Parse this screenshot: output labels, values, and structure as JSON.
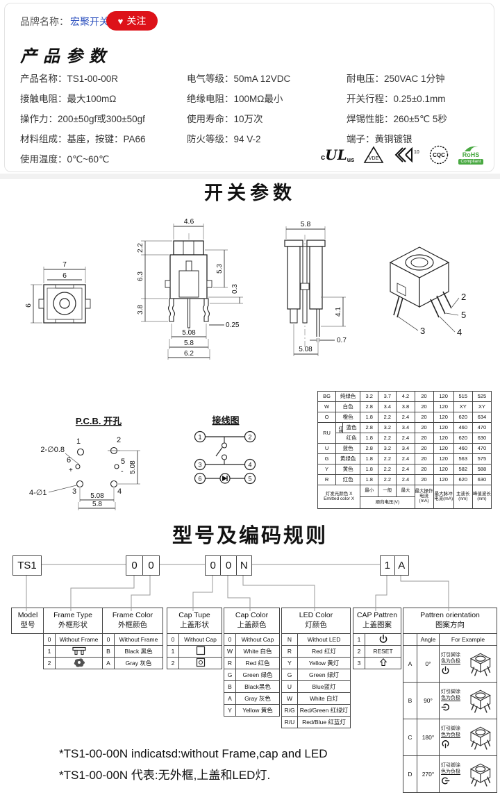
{
  "page": {
    "brand_label": "品牌名称：",
    "brand_name": "宏聚开关",
    "heart_icon": "♥",
    "follow_label": "关注",
    "section1_title": "产品参数",
    "section2_title": "开关参数",
    "section3_title": "型号及编码规则",
    "footnote_en": "*TS1-00-00N indicatsd:without Frame,cap and LED",
    "footnote_zh": "*TS1-00-00N 代表:无外框,上盖和LED灯."
  },
  "specs": [
    {
      "label": "产品名称：",
      "value": "TS1-00-00R"
    },
    {
      "label": "电气等级：",
      "value": "50mA  12VDC"
    },
    {
      "label": "耐电压：",
      "value": "250VAC  1分钟"
    },
    {
      "label": "接触电阻：",
      "value": "最大100mΩ"
    },
    {
      "label": "绝缘电阻：",
      "value": "100MΩ最小"
    },
    {
      "label": "开关行程：",
      "value": "0.25±0.1mm"
    },
    {
      "label": "操作力：",
      "value": "200±50gf或300±50gf"
    },
    {
      "label": "使用寿命：",
      "value": "10万次"
    },
    {
      "label": "焊锡性能：",
      "value": "260±5℃  5秒"
    },
    {
      "label": "材料组成：",
      "value": "基座，按键：PA66"
    },
    {
      "label": "防火等级：",
      "value": "94 V-2"
    },
    {
      "label": "端子：",
      "value": "黄铜镀银"
    },
    {
      "label": "使用温度：",
      "value": "0℃~60℃"
    }
  ],
  "certs": {
    "ul_c": "c",
    "ul": "UL",
    "ul_us": "us",
    "vde": "VDE",
    "enec_num": "10",
    "cqc": "CQC",
    "rohs": "RoHS",
    "rohs_sub": "Compliant"
  },
  "drawings": {
    "top": {
      "dim_w": "7",
      "dim_inner": "6",
      "dim_h": "6"
    },
    "front": {
      "dim_top": "4.6",
      "dim_l1": "2.2",
      "dim_l2": "6.3",
      "dim_l3": "3.8",
      "dim_r1": "5.3",
      "dim_r2": "0.3",
      "dim_pin": "0.25",
      "dim_b1": "5.08",
      "dim_b2": "5.8",
      "dim_b3": "6.2"
    },
    "side": {
      "dim_top": "5.8",
      "dim_r": "4.1",
      "dim_pin": "0.7",
      "dim_b": "5.08"
    },
    "iso": {
      "pin2": "2",
      "pin5": "5",
      "pin4": "4",
      "pin3": "3"
    }
  },
  "pcb": {
    "title": "P.C.B. 开孔",
    "ann_small": "2-∅0.8",
    "ann_big": "4-∅1",
    "plus": "+",
    "minus": "-",
    "h1": "1",
    "h2": "2",
    "h3": "3",
    "h4": "4",
    "h5": "5",
    "h6": "6",
    "dim_h1": "5.08",
    "dim_h2": "5.8",
    "dim_v": "5.08"
  },
  "wiring": {
    "title": "接线图",
    "p1": "1",
    "p2": "2",
    "p3": "3",
    "p4": "4",
    "p5": "5",
    "p6": "6"
  },
  "led_table": {
    "ru_vertical": "红蓝双色",
    "rows": [
      [
        "BG",
        "纯绿色",
        "3.2",
        "3.7",
        "4.2",
        "20",
        "120",
        "515",
        "525"
      ],
      [
        "W",
        "白色",
        "2.8",
        "3.4",
        "3.8",
        "20",
        "120",
        "XY",
        "XY"
      ],
      [
        "O",
        "橙色",
        "1.8",
        "2.2",
        "2.4",
        "20",
        "120",
        "620",
        "634"
      ],
      [
        "RU",
        "蓝色",
        "2.8",
        "3.2",
        "3.4",
        "20",
        "120",
        "460",
        "470"
      ],
      [
        "",
        "红色",
        "1.8",
        "2.2",
        "2.4",
        "20",
        "120",
        "620",
        "630"
      ],
      [
        "U",
        "蓝色",
        "2.8",
        "3.2",
        "3.4",
        "20",
        "120",
        "460",
        "470"
      ],
      [
        "G",
        "黄绿色",
        "1.8",
        "2.2",
        "2.4",
        "20",
        "120",
        "563",
        "575"
      ],
      [
        "Y",
        "黄色",
        "1.8",
        "2.2",
        "2.4",
        "20",
        "120",
        "582",
        "588"
      ],
      [
        "R",
        "红色",
        "1.8",
        "2.2",
        "2.4",
        "20",
        "120",
        "620",
        "630"
      ]
    ],
    "footer": {
      "emitted_zh": "灯发光颜色 X",
      "emitted_en": "Emitted color X",
      "min": "最小",
      "typ": "一般",
      "max": "最大",
      "vf": "顺向电压(V)",
      "i_op": "最大操作电流(mA)",
      "i_pulse": "最大脉冲电流(mA)",
      "wl_dom": "主波长(nm)",
      "wl_peak": "峰值波长(nm)"
    }
  },
  "coding": {
    "box1": "TS1",
    "box2a": "0",
    "box2b": "0",
    "box3a": "0",
    "box3b": "0",
    "box3c": "N",
    "box4a": "1",
    "box4b": "A"
  },
  "tables": {
    "model": {
      "en": "Model",
      "zh": "型号"
    },
    "frame_type": {
      "en": "Frame Type",
      "zh": "外框形状",
      "r1c": "0",
      "r1v": "Without Frame",
      "r2c": "1",
      "r3c": "2"
    },
    "frame_color": {
      "en": "Frame Color",
      "zh": "外框颜色",
      "r1c": "0",
      "r1v": "Without Frame",
      "r2c": "B",
      "r2v": "Black 黑色",
      "r3c": "A",
      "r3v": "Gray 灰色"
    },
    "cap_type": {
      "en": "Cap Tupe",
      "zh": "上盖形状",
      "r1c": "0",
      "r1v": "Without Cap",
      "r2c": "1",
      "r3c": "2"
    },
    "cap_color": {
      "en": "Cap Color",
      "zh": "上盖颜色",
      "rows": [
        [
          "0",
          "Without Cap"
        ],
        [
          "W",
          "White 白色"
        ],
        [
          "R",
          "Red 红色"
        ],
        [
          "G",
          "Green 绿色"
        ],
        [
          "B",
          "Black黑色"
        ],
        [
          "A",
          "Gray 灰色"
        ],
        [
          "Y",
          "Yellow 黄色"
        ]
      ]
    },
    "led_color": {
      "en": "LED Color",
      "zh": "灯颜色",
      "rows": [
        [
          "N",
          "Without LED"
        ],
        [
          "R",
          "Red 红灯"
        ],
        [
          "Y",
          "Yellow 黄灯"
        ],
        [
          "G",
          "Green 绿灯"
        ],
        [
          "U",
          "Blue蓝灯"
        ],
        [
          "W",
          "White 白灯"
        ],
        [
          "R/G",
          "Red/Green 红绿灯"
        ],
        [
          "R/U",
          "Red/Blue 红蓝灯"
        ]
      ]
    },
    "cap_pattern": {
      "en": "CAP Pattren",
      "zh": "上盖图案",
      "r1c": "1",
      "r2c": "2",
      "r2v": "RESET",
      "r3c": "3"
    },
    "orientation": {
      "en": "Pattren orientation",
      "zh": "图案方向",
      "angle": "Angle",
      "example": "For  Example",
      "note1": "灯引脚涂",
      "note2": "色为负极",
      "rows": [
        [
          "A",
          "0°"
        ],
        [
          "B",
          "90°"
        ],
        [
          "C",
          "180°"
        ],
        [
          "D",
          "270°"
        ]
      ]
    }
  }
}
